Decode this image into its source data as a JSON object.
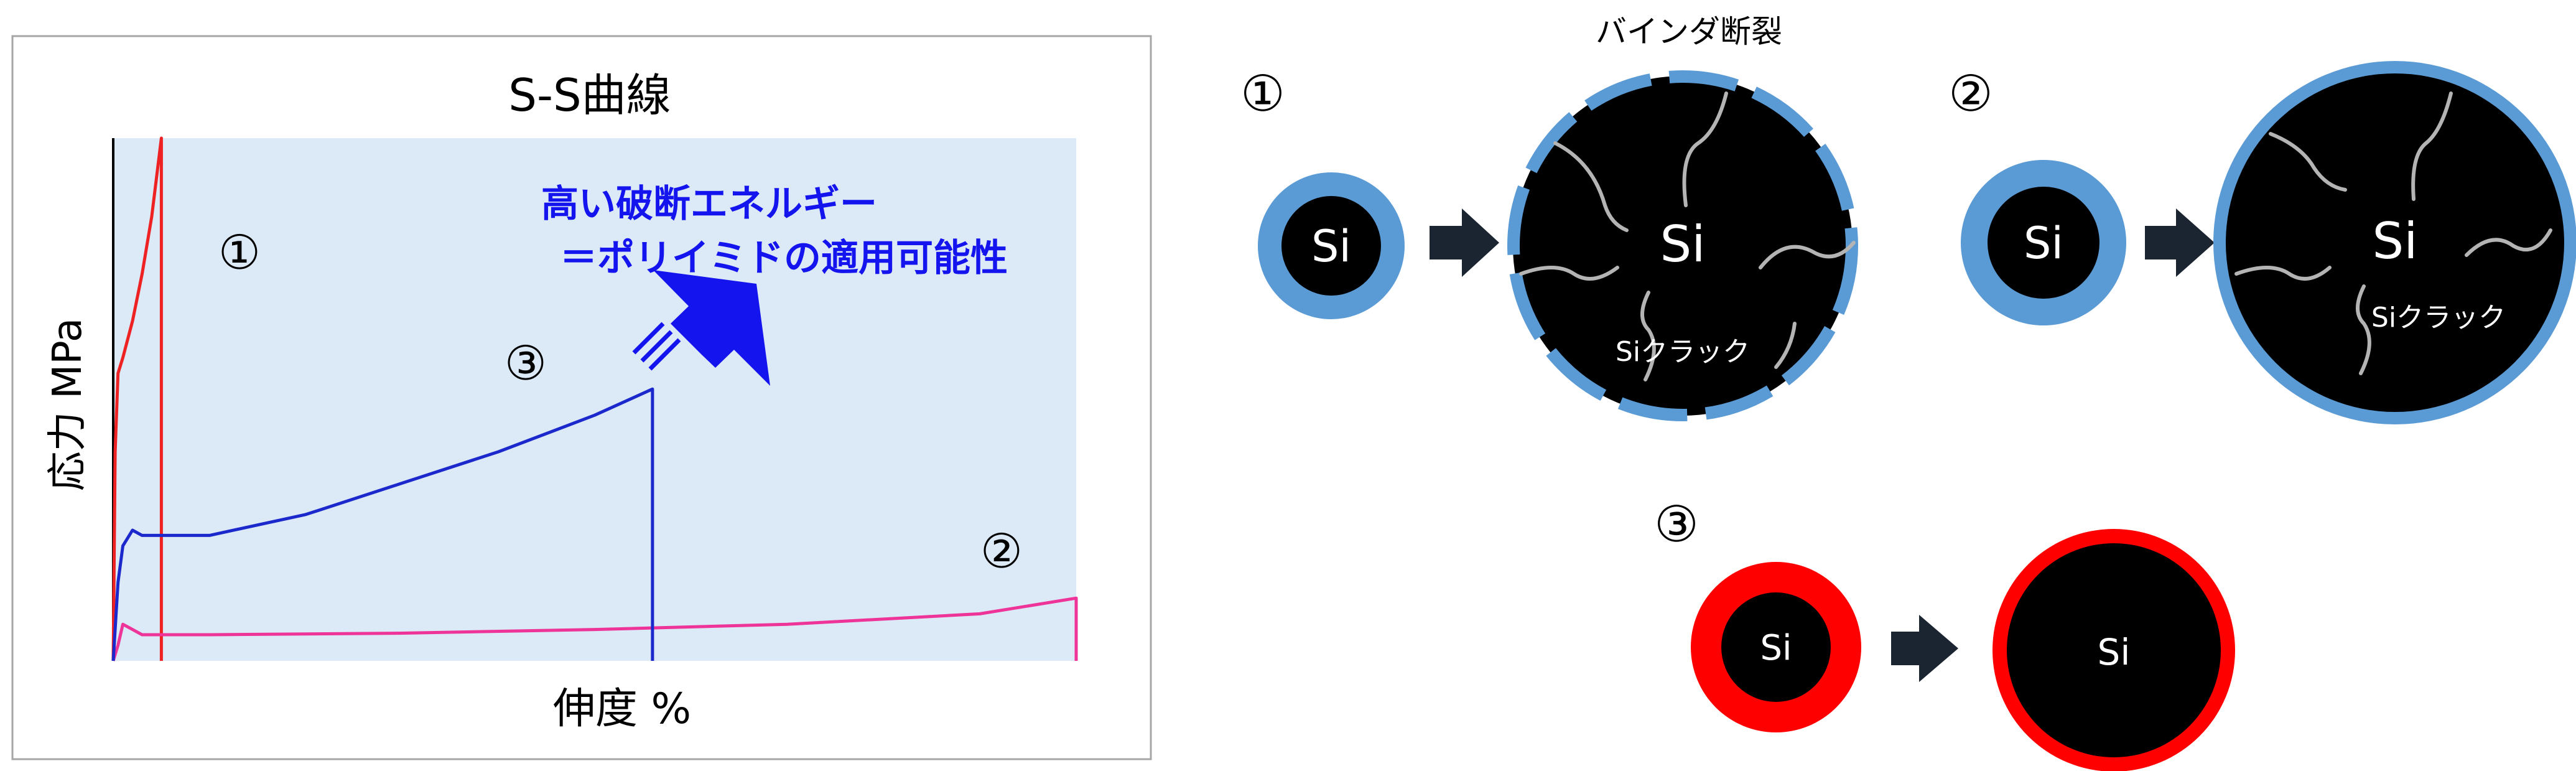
{
  "chart": {
    "title": "S-S曲線",
    "xlabel": "伸度 %",
    "ylabel": "応力 MPa",
    "annotation_line1": "高い破断エネルギー",
    "annotation_line2": "＝ポリイミドの適用可能性",
    "marker_1": "①",
    "marker_2": "②",
    "marker_3": "③",
    "colors": {
      "curve_1": "#ee2222",
      "curve_2": "#ee3399",
      "curve_3": "#1a28cc",
      "arrow": "#1414ee",
      "plot_bg": "#dce9f6"
    }
  },
  "chart_data": {
    "type": "line",
    "title": "S-S曲線",
    "xlabel": "伸度 %",
    "ylabel": "応力 MPa",
    "grid": false,
    "series": [
      {
        "label": "①",
        "x": [
          0,
          0.2,
          0.5,
          1,
          2,
          3,
          4,
          5,
          5,
          5
        ],
        "y": [
          0,
          40,
          55,
          58,
          65,
          74,
          85,
          100,
          100,
          0
        ]
      },
      {
        "label": "②",
        "x": [
          0,
          0.5,
          1,
          2,
          3,
          10,
          30,
          50,
          70,
          90,
          100,
          100
        ],
        "y": [
          0,
          3,
          7,
          6,
          5,
          5,
          5.3,
          6,
          7,
          9,
          12,
          0
        ]
      },
      {
        "label": "③",
        "x": [
          0,
          0.5,
          1,
          2,
          3,
          5,
          10,
          20,
          30,
          40,
          50,
          56,
          56
        ],
        "y": [
          0,
          15,
          22,
          25,
          24,
          24,
          24,
          28,
          34,
          40,
          47,
          52,
          0
        ]
      }
    ]
  },
  "diagram": {
    "si": "Si",
    "binder_break": "バインダ断裂",
    "si_crack": "Siクラック",
    "panel_1": "①",
    "panel_2": "②",
    "panel_3": "③",
    "colors": {
      "binder": "#5b9bd5",
      "polyimide": "#ff0000",
      "particle": "#000000",
      "crack": "#b4b4b4"
    }
  }
}
